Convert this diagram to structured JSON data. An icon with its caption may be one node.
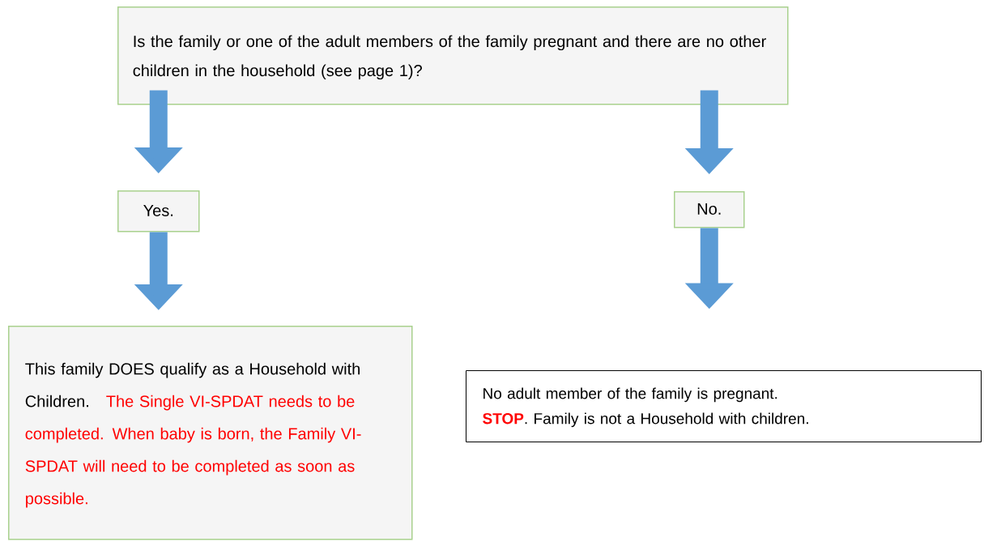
{
  "diagram": {
    "nodes": [
      {
        "text": [
          "Is the family or one of the adult members of the family pregnant and there are no other children in the household (see page 1)?"
        ]
      },
      {
        "text": [
          "Yes."
        ]
      },
      {
        "text": [
          "No."
        ]
      },
      {
        "text": [
          "This family DOES qualify as a Household with Children.",
          "The Single VI-SPDAT needs to be completed. When baby is born, the Family VI-SPDAT will need to be completed as soon as possible."
        ]
      },
      {
        "text": [
          "No adult member of the family is pregnant.",
          "**STOP**.  Family is not a Household with children."
        ]
      }
    ],
    "edges": [
      {
        "from": 0,
        "to": 1,
        "arrow": "to"
      },
      {
        "from": 0,
        "to": 2,
        "arrow": "to"
      },
      {
        "from": 1,
        "to": 3,
        "arrow": "to"
      },
      {
        "from": 2,
        "to": null,
        "arrow": "to"
      }
    ]
  }
}
